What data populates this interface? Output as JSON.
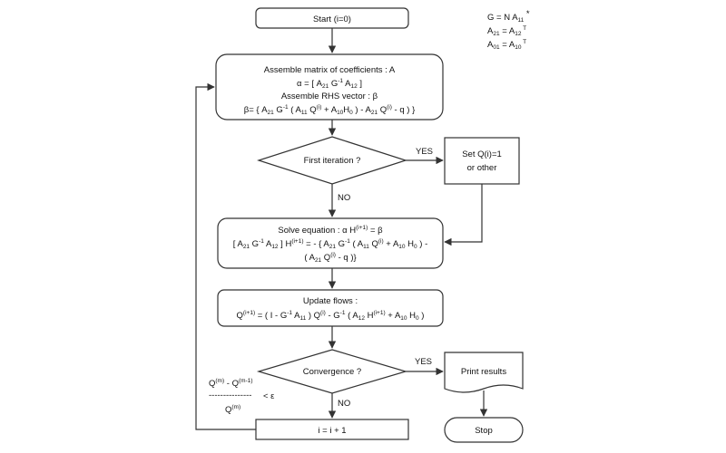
{
  "legend": {
    "line1": "G = N A11 *",
    "line2": "A21 = A12 T",
    "line3": "A01 = A10 T"
  },
  "nodes": {
    "start": "Start (i=0)",
    "assemble": {
      "line1": "Assemble matrix of coefficients : A",
      "line2": "α = [ A21 G-1 A12 ]",
      "line3": "Assemble RHS vector : β",
      "line4": "β= { A21 G-1 ( A11 Q(i) + A10H0 ) - A21 Q(i) - q ) }"
    },
    "first_iteration": "First iteration ?",
    "set_q": {
      "line1": "Set Q(i)=1",
      "line2": "or other"
    },
    "solve": {
      "line1": "Solve equation : α H(i+1) = β",
      "line2": "[ A21 G-1 A12 ] H(i+1) = - { A21 G-1 ( A11 Q(i) + A10 H0 ) -",
      "line3": "( A21 Q(i) - q )}"
    },
    "update": {
      "line1": "Update flows :",
      "line2": "Q(i+1) = ( I - G-1 A11 ) Q(i) - G-1 ( A12 H(i+1) + A10 H0 )"
    },
    "convergence": "Convergence ?",
    "print": "Print results",
    "increment": "i = i + 1",
    "stop": "Stop"
  },
  "edge_labels": {
    "yes1": "YES",
    "no1": "NO",
    "yes2": "YES",
    "no2": "NO"
  },
  "criterion": {
    "numerator": "Q(m) - Q(m-1)",
    "dashes": "---------------",
    "lt": "< ε",
    "denominator": "Q(m)"
  }
}
